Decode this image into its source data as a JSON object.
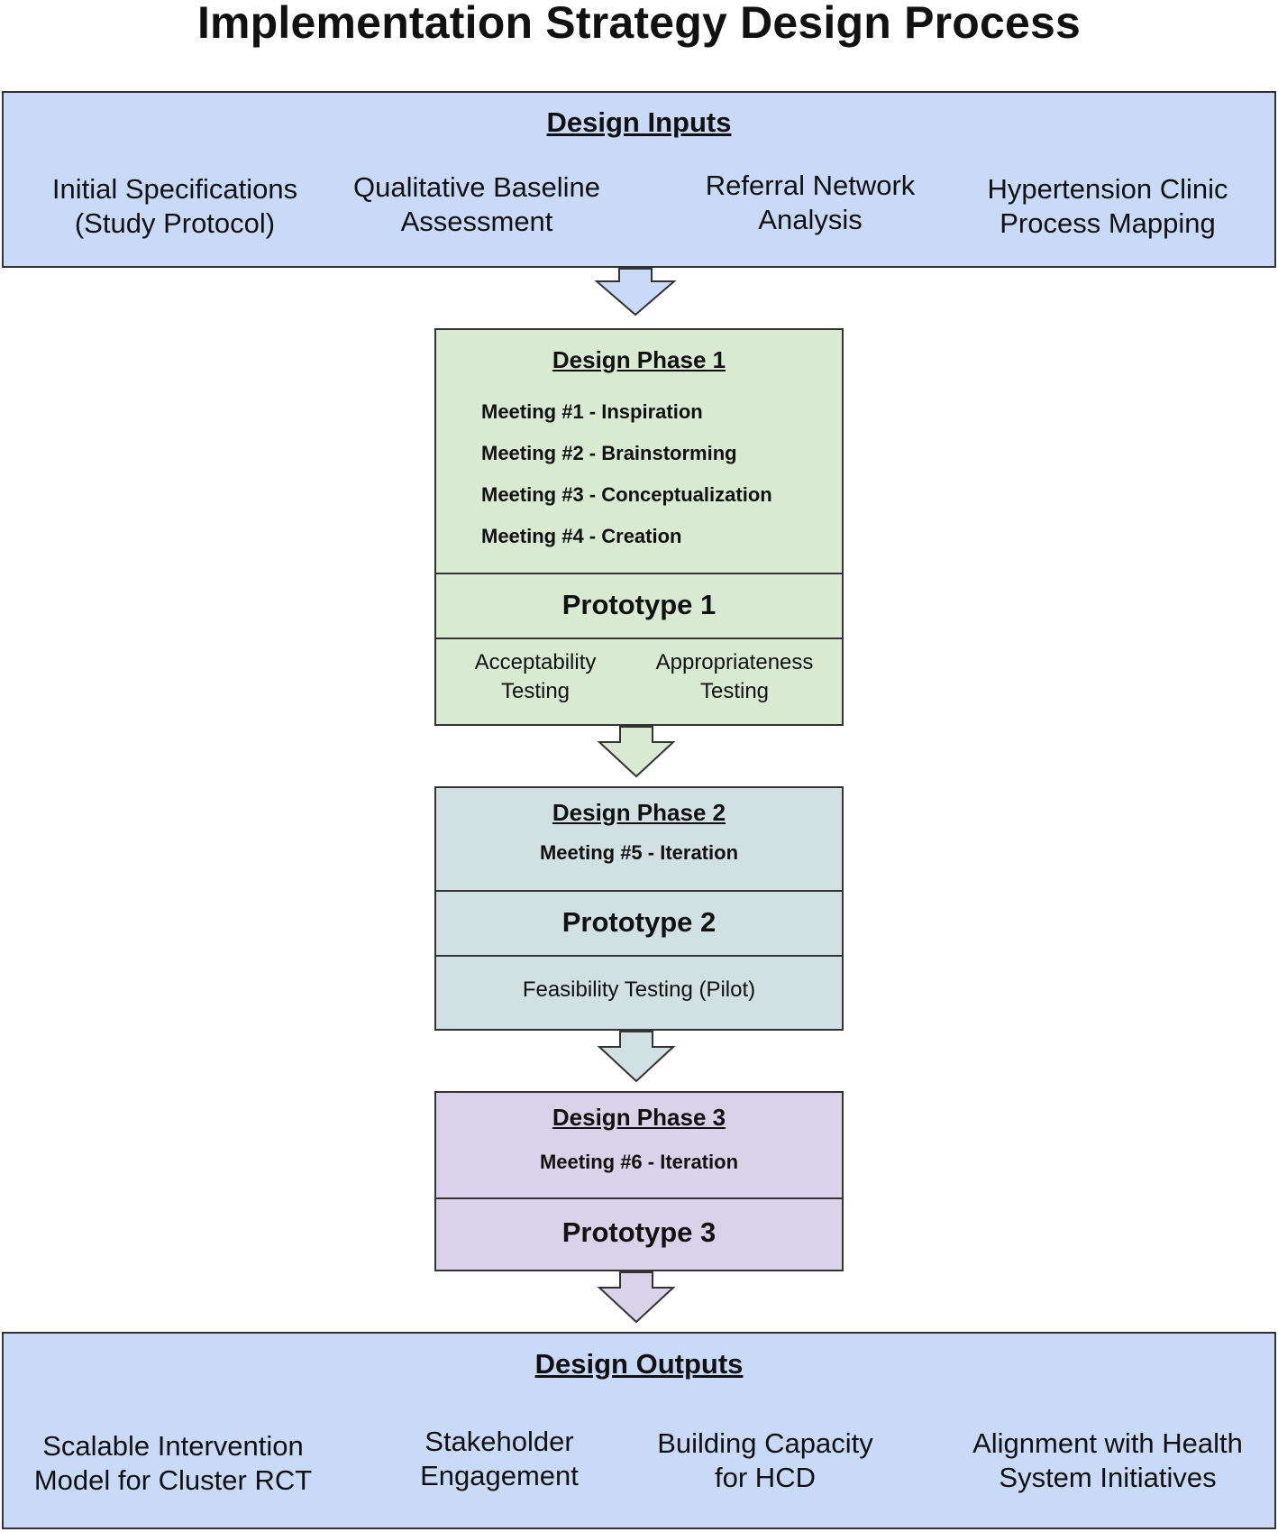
{
  "title": "Implementation Strategy Design Process",
  "inputs": {
    "heading": "Design Inputs",
    "items": [
      {
        "line1": "Initial Specifications",
        "line2": "(Study Protocol)"
      },
      {
        "line1": "Qualitative Baseline",
        "line2": "Assessment"
      },
      {
        "line1": "Referral Network",
        "line2": "Analysis"
      },
      {
        "line1": "Hypertension Clinic",
        "line2": "Process Mapping"
      }
    ]
  },
  "phase1": {
    "heading": "Design Phase 1",
    "meetings": [
      "Meeting #1 - Inspiration",
      "Meeting #2 - Brainstorming",
      "Meeting #3 - Conceptualization",
      "Meeting #4 - Creation"
    ],
    "prototype": "Prototype 1",
    "tests": [
      {
        "line1": "Acceptability",
        "line2": "Testing"
      },
      {
        "line1": "Appropriateness",
        "line2": "Testing"
      }
    ]
  },
  "phase2": {
    "heading": "Design Phase 2",
    "meeting": "Meeting #5 - Iteration",
    "prototype": "Prototype 2",
    "test": "Feasibility Testing (Pilot)"
  },
  "phase3": {
    "heading": "Design Phase 3",
    "meeting": "Meeting #6 - Iteration",
    "prototype": "Prototype 3"
  },
  "outputs": {
    "heading": "Design Outputs",
    "items": [
      {
        "line1": "Scalable Intervention",
        "line2": "Model for Cluster RCT"
      },
      {
        "line1": "Stakeholder",
        "line2": "Engagement"
      },
      {
        "line1": "Building Capacity",
        "line2": "for HCD"
      },
      {
        "line1": "Alignment with Health",
        "line2": "System Initiatives"
      }
    ]
  },
  "colors": {
    "inputs_outputs": "#c9daf8",
    "phase1": "#d9ead3",
    "phase2": "#d0e0e3",
    "phase3": "#d9d2e9",
    "stroke": "#333333"
  }
}
